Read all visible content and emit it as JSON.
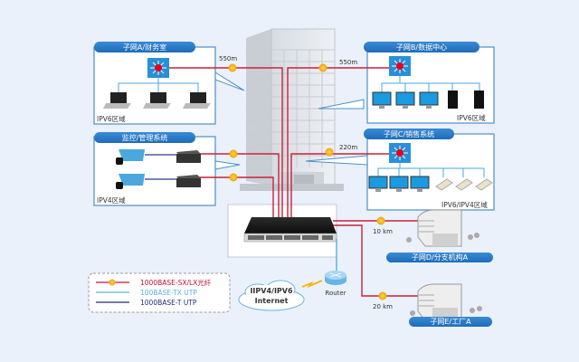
{
  "zones": {
    "a": {
      "title": "子网A/财务室",
      "tag": "IPV6区域",
      "link_distance": "550m"
    },
    "b": {
      "title": "子网B/数据中心",
      "tag": "IPV6区域",
      "link_distance": "550m"
    },
    "monitor": {
      "title": "监控/管理系统",
      "tag": "IPV4区域"
    },
    "c": {
      "title": "子网C/销售系统",
      "tag": "IPV6/IPV4区域",
      "link_distance": "220m"
    }
  },
  "branches": {
    "d": {
      "title": "子网D/分支机构A",
      "link_distance": "10 km"
    },
    "e": {
      "title": "子网E/工厂A",
      "link_distance": "20 km"
    }
  },
  "internet": {
    "label_line1": "IIPV4/IPV6",
    "label_line2": "Internet"
  },
  "router": {
    "label": "Router"
  },
  "legend": {
    "items": [
      {
        "label": "1000BASE-SX/LX光纤",
        "color": "#c8102e"
      },
      {
        "label": "100BASE-TX UTP",
        "color": "#5bb0e0"
      },
      {
        "label": "1000BASE-T UTP",
        "color": "#1f2f7a"
      }
    ]
  },
  "colors": {
    "fiber": "#c8223a",
    "utp100": "#4aa8dc",
    "utp1000": "#2a3a8c",
    "zone_border": "#4a90c8",
    "title_bar": "#2577c4",
    "node": "#f5b80a"
  }
}
